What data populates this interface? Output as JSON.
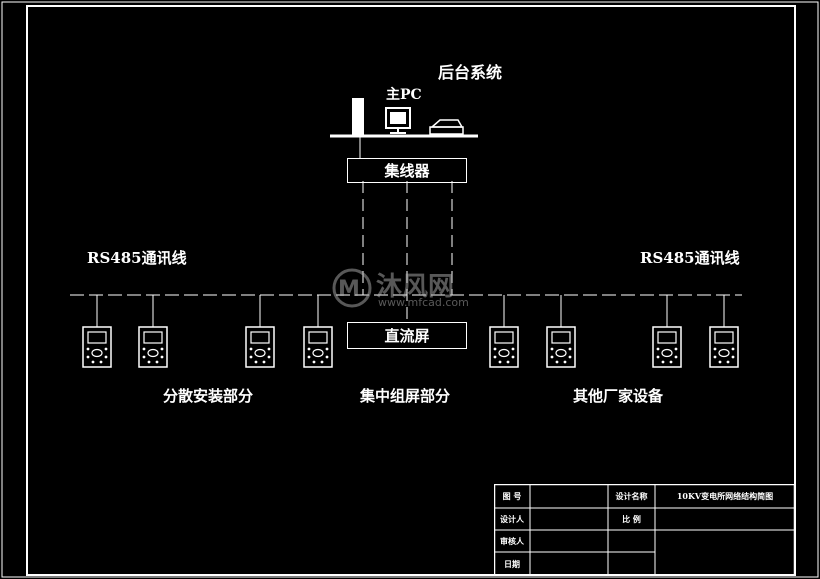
{
  "title": "后台系统",
  "pc_label": "主PC",
  "hub_label": "集线器",
  "dc_panel_label": "直流屏",
  "rs485_left": "RS485通讯线",
  "rs485_right": "RS485通讯线",
  "sections": {
    "distributed": "分散安装部分",
    "centralized": "集中组屏部分",
    "other": "其他厂家设备"
  },
  "watermark": {
    "brand": "沐风网",
    "url": "www.mfcad.com"
  },
  "title_block": {
    "drawing_no_label": "图 号",
    "design_name_label": "设计名称",
    "design_name_value": "10KV变电所网络结构简图",
    "designer_label": "设计人",
    "scale_label": "比 例",
    "reviewer_label": "审核人",
    "date_label": "日期"
  },
  "colors": {
    "background": "#000000",
    "lines": "#ffffff",
    "watermark": "#b0b0b0"
  }
}
